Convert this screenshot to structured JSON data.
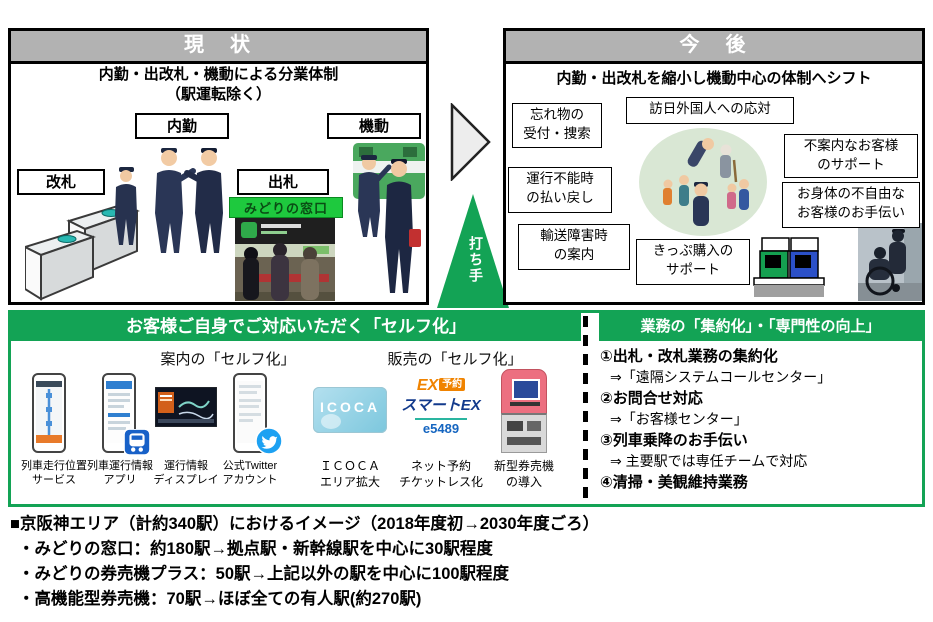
{
  "current_panel": {
    "title": "現　状",
    "subtitle": "内勤・出改札・機動による分業体制\n（駅運転除く）",
    "label_naikin": "内勤",
    "label_kido": "機動",
    "label_kaisatsu": "改札",
    "label_shussatsu": "出札",
    "midori_sign": "みどりの窓口"
  },
  "transition": {
    "arrow_label": "打ち手"
  },
  "future_panel": {
    "title": "今　後",
    "subtitle": "内勤・出改札を縮小し機動中心の体制へシフト",
    "boxes": [
      "忘れ物の\n受付・捜索",
      "訪日外国人への応対",
      "不案内なお客様\nのサポート",
      "運行不能時\nの払い戻し",
      "お身体の不自由な\nお客様のお手伝い",
      "輸送障害時\nの案内",
      "きっぷ購入の\nサポート"
    ]
  },
  "self_panel": {
    "title": "お客様ご自身でご対応いただく「セルフ化」",
    "guide_subtitle": "案内の「セルフ化」",
    "sales_subtitle": "販売の「セルフ化」",
    "items": [
      "列車走行位置\nサービス",
      "列車運行情報\nアプリ",
      "運行情報\nディスプレイ",
      "公式Twitter\nアカウント",
      "ＩＣＯＣＡ\nエリア拡大",
      "ネット予約\nチケットレス化",
      "新型券売機\nの導入"
    ],
    "icoca_card_text": "ICOCA",
    "ex_logo_line1_main": "EX",
    "ex_logo_line1_badge": "予約",
    "ex_logo_line2": "スマートEX",
    "ex_logo_line3": "e5489"
  },
  "consolidation_panel": {
    "title": "業務の「集約化」・「専門性の向上」",
    "lines": [
      {
        "text": "①出札・改札業務の集約化",
        "style": "main"
      },
      {
        "text": "⇒「遠隔システムコールセンター」",
        "style": "sub"
      },
      {
        "text": "②お問合せ対応",
        "style": "main"
      },
      {
        "text": "⇒「お客様センター」",
        "style": "sub"
      },
      {
        "text": "③列車乗降のお手伝い",
        "style": "main"
      },
      {
        "text": "⇒ 主要駅では専任チームで対応",
        "style": "sub"
      },
      {
        "text": "④清掃・美観維持業務",
        "style": "main"
      }
    ]
  },
  "footer": {
    "lines": [
      "■京阪神エリア（計約340駅）におけるイメージ（2018年度初→2030年度ごろ）",
      "・みどりの窓口：約180駅→拠点駅・新幹線駅を中心に30駅程度",
      "・みどりの券売機プラス：50駅→上記以外の駅を中心に100駅程度",
      "・高機能型券売機：70駅→ほぼ全ての有人駅(約270駅)"
    ]
  },
  "colors": {
    "green": "#13a355",
    "bright_green": "#1ec93e",
    "gray_header": "#b2b2b2"
  }
}
